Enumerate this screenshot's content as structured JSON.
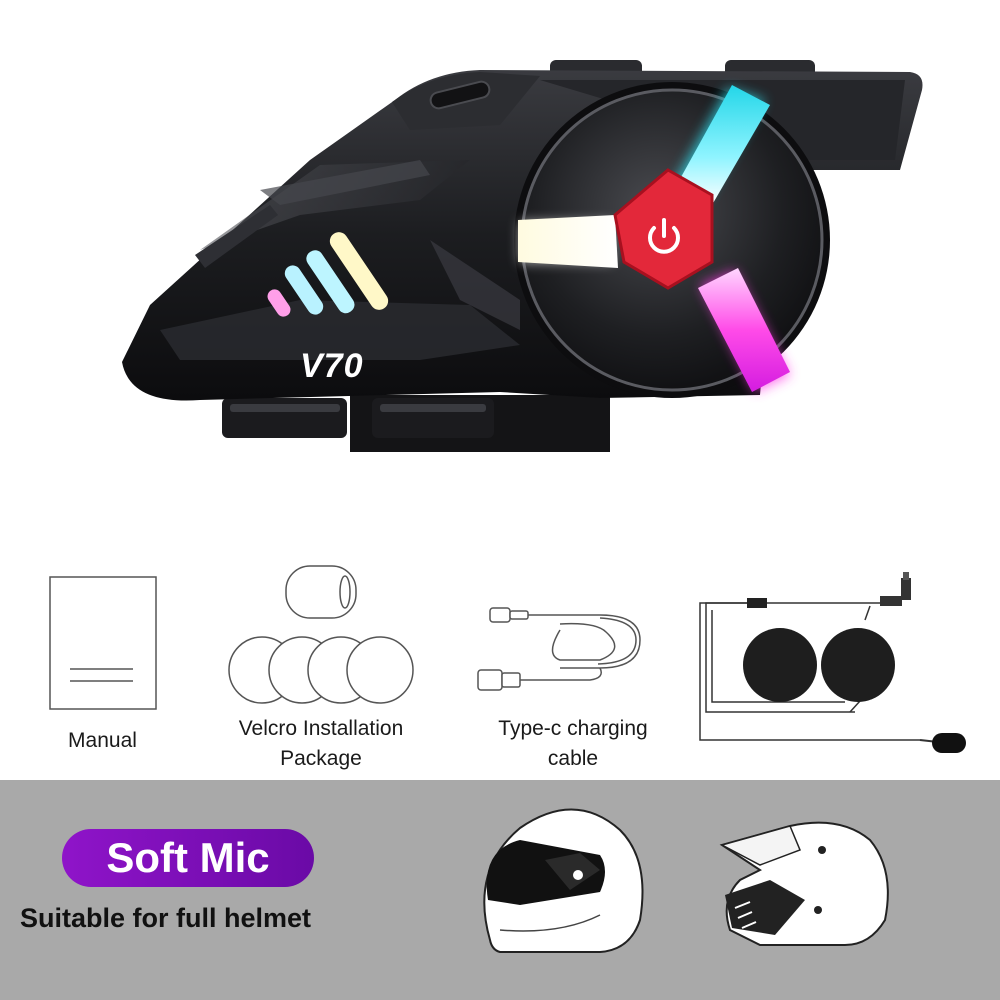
{
  "device": {
    "model_logo": "V70"
  },
  "accessories": [
    {
      "id": "manual",
      "label_lines": [
        "Manual"
      ]
    },
    {
      "id": "velcro",
      "label_lines": [
        "Velcro Installation",
        "Package"
      ]
    },
    {
      "id": "cable",
      "label_lines": [
        "Type-c charging",
        "cable"
      ]
    },
    {
      "id": "speakers",
      "label_lines": []
    }
  ],
  "feature": {
    "badge": "Soft Mic",
    "caption": "Suitable for full helmet"
  },
  "colors": {
    "badge": "#7e10bd",
    "band": "#a9a9a9",
    "device_body": "#1c1d20",
    "light_cyan": "#37e6ef",
    "light_white": "#fffbe6",
    "light_magenta": "#ff2ee6",
    "power_button": "#e3283a"
  },
  "icons": [
    "power-icon",
    "manual-icon",
    "velcro-pads-icon",
    "usb-c-cable-icon",
    "speaker-set-icon",
    "full-face-helmet-icon",
    "motocross-helmet-icon"
  ]
}
